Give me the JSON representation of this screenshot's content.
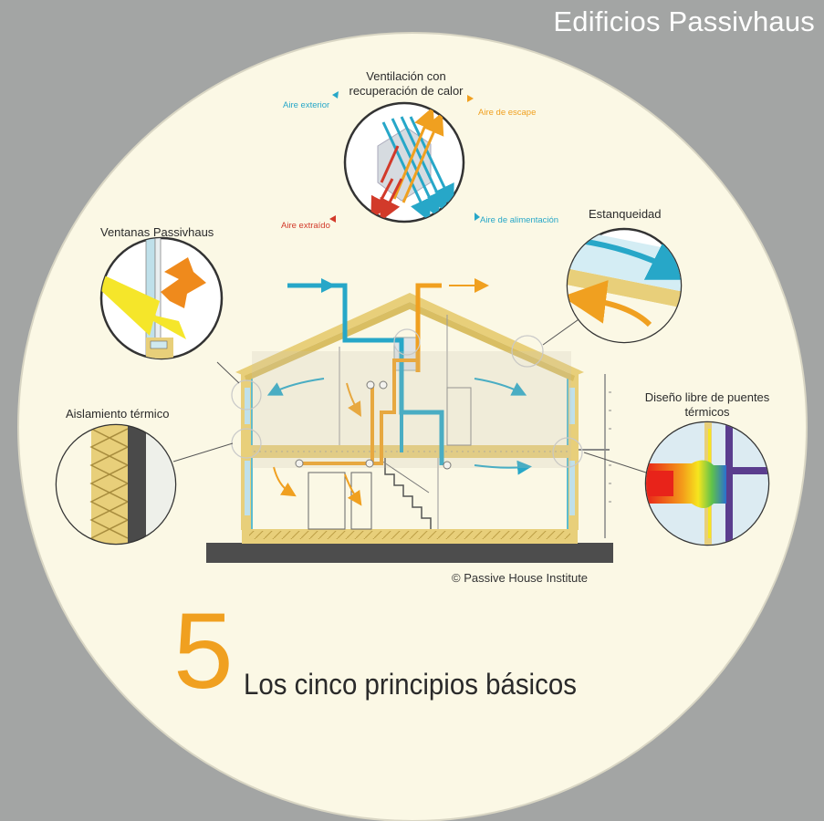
{
  "header": {
    "title": "Edificios Passivhaus"
  },
  "colors": {
    "background": "#a3a5a4",
    "circle": "#fbf8e5",
    "wood": "#e8cf7a",
    "supply_air": "#27a7c8",
    "exhaust_air": "#f0a020",
    "extract_air": "#d23a2a",
    "ground": "#4d4d4d"
  },
  "ventilation": {
    "title_line1": "Ventilación con",
    "title_line2": "recuperación de calor",
    "outdoor_air": "Aire exterior",
    "exhaust_air": "Aire de escape",
    "extract_air": "Aire extraído",
    "supply_air": "Aire de alimentación"
  },
  "principles": {
    "windows": "Ventanas Passivhaus",
    "airtightness": "Estanqueidad",
    "insulation": "Aislamiento térmico",
    "bridges_line1": "Diseño libre de puentes",
    "bridges_line2": "térmicos"
  },
  "credit": "© Passive House Institute",
  "footer": {
    "number": "5",
    "title": "Los cinco principios básicos"
  },
  "icons": [
    "arrow-icon",
    "heat-exchanger-icon",
    "window-icon",
    "insulation-icon",
    "airtight-icon",
    "thermal-bridge-icon"
  ]
}
